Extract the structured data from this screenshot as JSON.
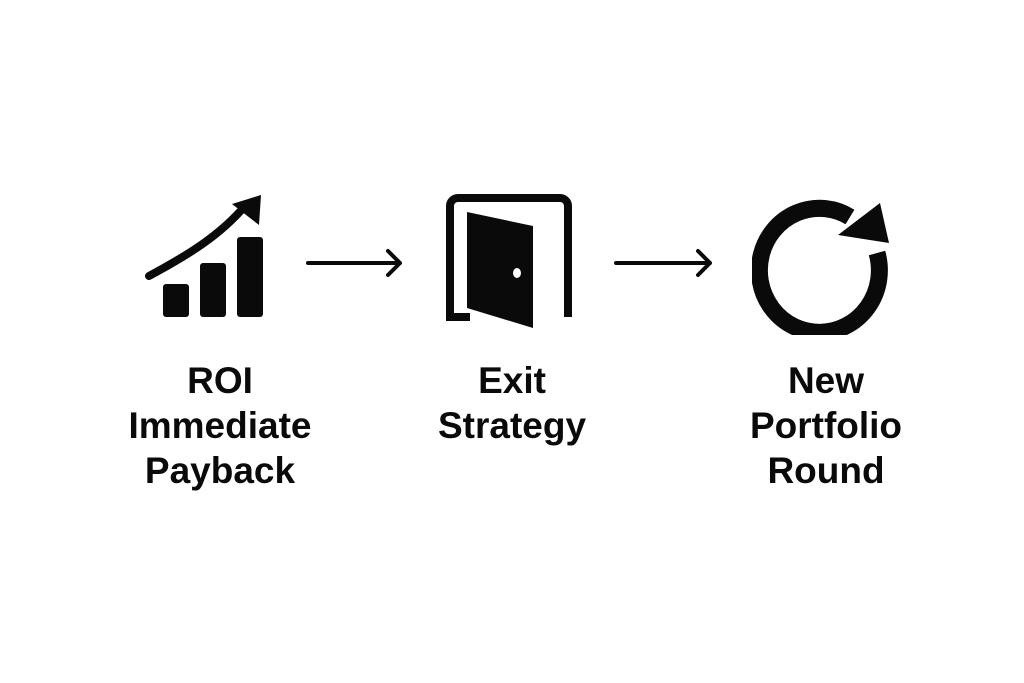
{
  "colors": {
    "ink": "#0a0a0a",
    "background": "#ffffff"
  },
  "steps": [
    {
      "icon": "growth-chart-icon",
      "lines": [
        "ROI",
        "Immediate",
        "Payback"
      ]
    },
    {
      "icon": "open-door-icon",
      "lines": [
        "Exit",
        "Strategy"
      ]
    },
    {
      "icon": "refresh-cycle-icon",
      "lines": [
        "New",
        "Portfolio",
        "Round"
      ]
    }
  ]
}
